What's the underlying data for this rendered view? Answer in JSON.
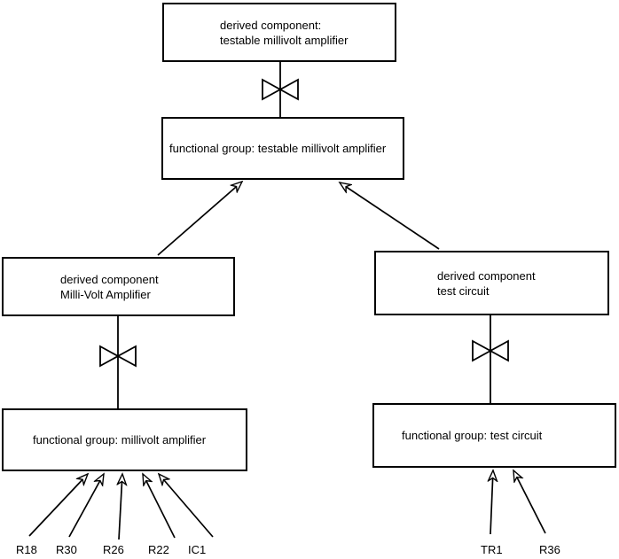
{
  "colors": {
    "background": "#ffffff",
    "line": "#000000",
    "text": "#000000"
  },
  "nodes": {
    "derived_testable": {
      "line1": "derived component:",
      "line2": "testable millivolt amplifier"
    },
    "functional_testable": {
      "label": "functional group: testable millivolt amplifier"
    },
    "derived_millivolt": {
      "line1": "derived component",
      "line2": "Milli-Volt Amplifier"
    },
    "derived_test": {
      "line1": "derived component",
      "line2": "test circuit"
    },
    "functional_millivolt": {
      "label": "functional group: millivolt amplifier"
    },
    "functional_test": {
      "label": "functional group: test circuit"
    }
  },
  "components": {
    "left": [
      "R18",
      "R30",
      "R26",
      "R22",
      "IC1"
    ],
    "right": [
      "TR1",
      "R36"
    ]
  },
  "icons": {
    "bowtie": "bowtie-decomposition-icon"
  }
}
